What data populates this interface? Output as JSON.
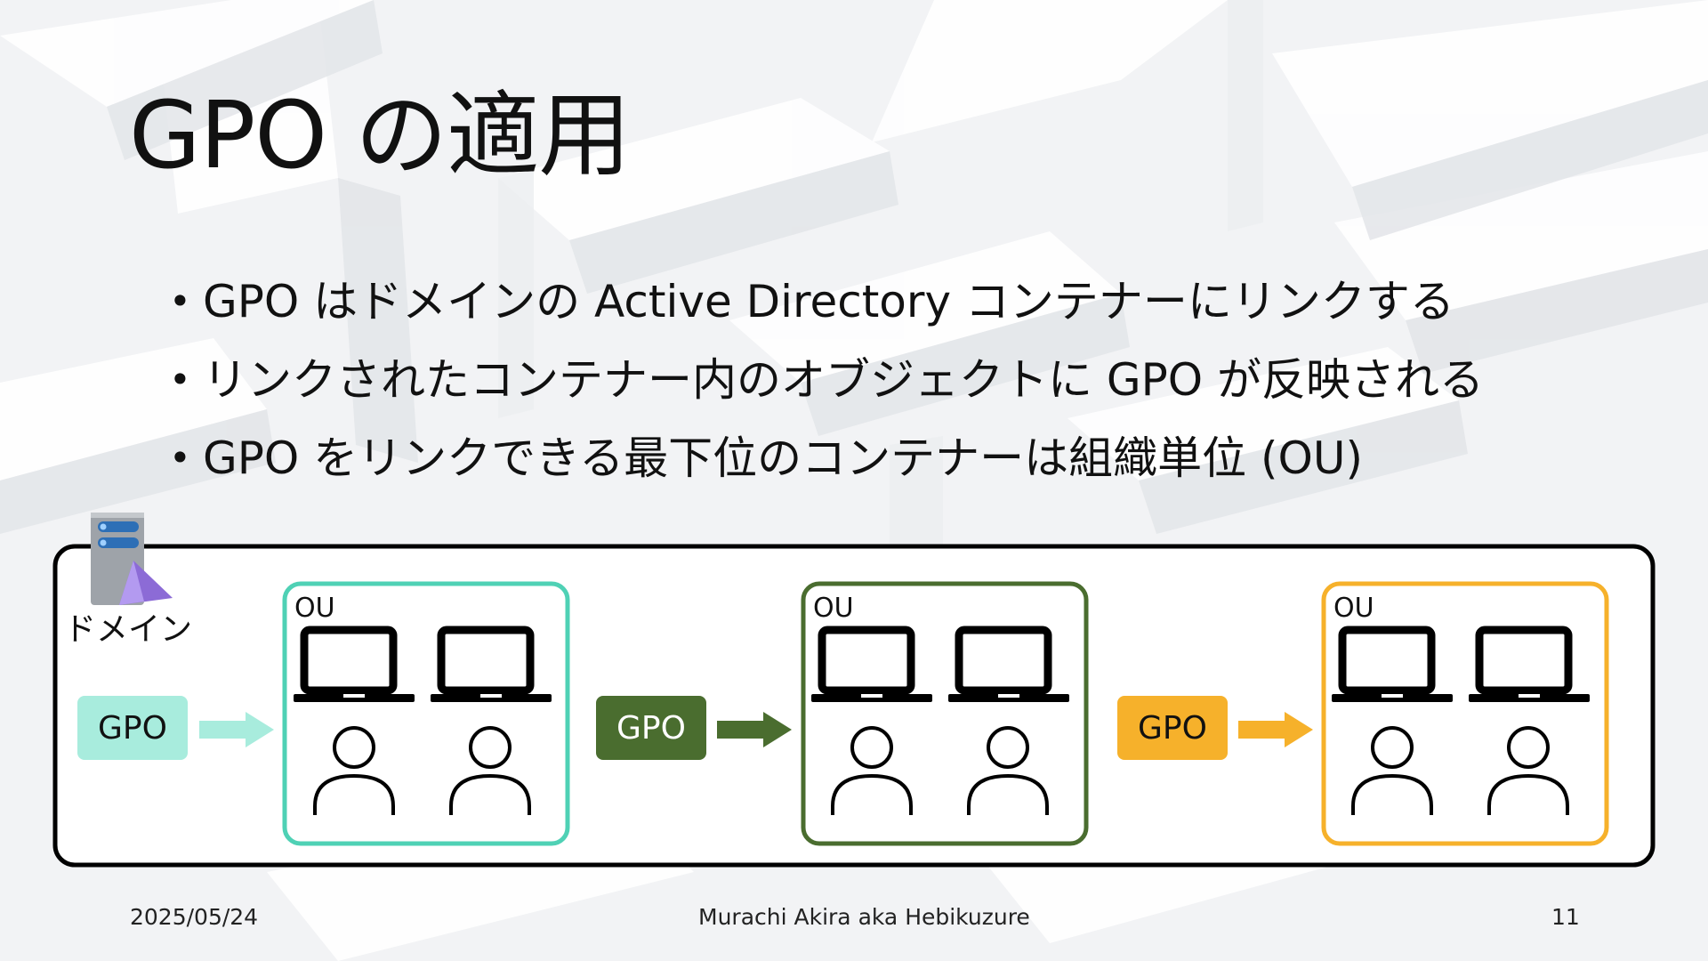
{
  "slide": {
    "title": "GPO の適用",
    "bullets": [
      "GPO はドメインの Active Directory コンテナーにリンクする",
      "リンクされたコンテナー内のオブジェクトに GPO が反映される",
      "GPO をリンクできる最下位のコンテナーは組織単位 (OU)"
    ]
  },
  "diagram": {
    "domain_label": "ドメイン",
    "domain_icon": "server-icon",
    "groups": [
      {
        "gpo_label": "GPO",
        "ou_label": "OU",
        "color": "#4fd1b5",
        "gpo_fill": "#a8ecdd",
        "gpo_text": "#111111"
      },
      {
        "gpo_label": "GPO",
        "ou_label": "OU",
        "color": "#4a6d2f",
        "gpo_fill": "#4a6d2f",
        "gpo_text": "#ffffff"
      },
      {
        "gpo_label": "GPO",
        "ou_label": "OU",
        "color": "#f6b12b",
        "gpo_fill": "#f6b12b",
        "gpo_text": "#111111"
      }
    ],
    "member_icons": [
      "laptop-icon",
      "person-icon"
    ]
  },
  "footer": {
    "date": "2025/05/24",
    "author": "Murachi Akira aka Hebikuzure",
    "page": "11"
  }
}
